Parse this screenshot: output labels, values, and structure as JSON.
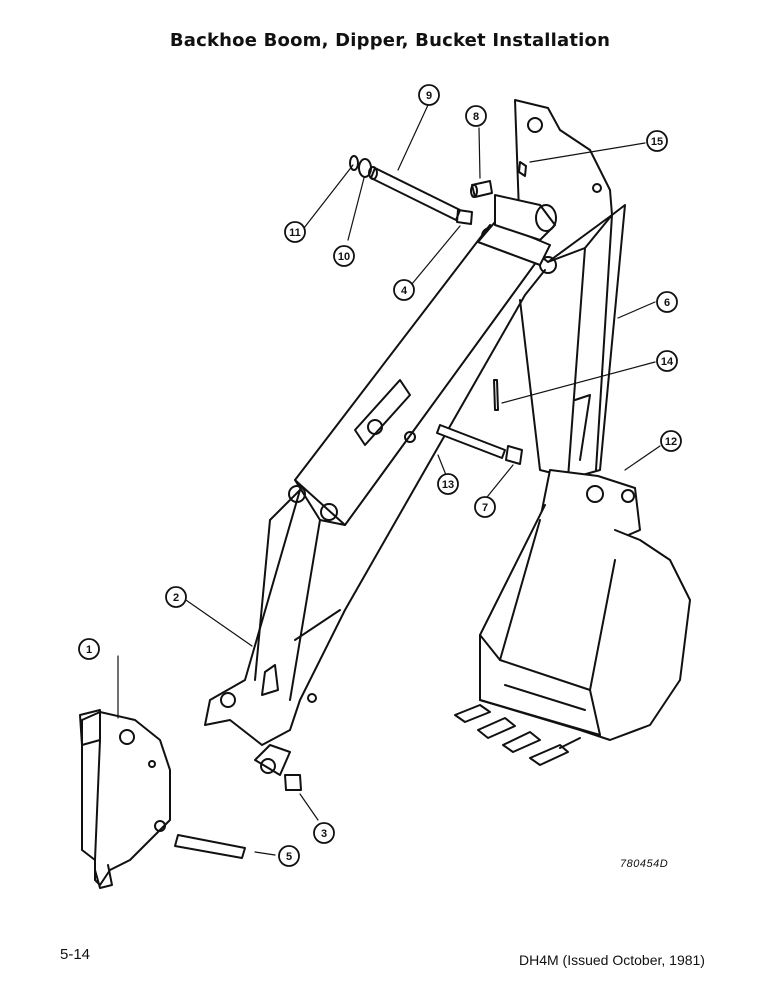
{
  "page": {
    "title": "Backhoe Boom, Dipper, Bucket Installation",
    "page_number": "5-14",
    "manual_reference": "DH4M (Issued October, 1981)",
    "drawing_number": "780454D"
  },
  "callouts": [
    {
      "id": "c1",
      "label": "1"
    },
    {
      "id": "c2",
      "label": "2"
    },
    {
      "id": "c3",
      "label": "3"
    },
    {
      "id": "c4",
      "label": "4"
    },
    {
      "id": "c5",
      "label": "5"
    },
    {
      "id": "c6",
      "label": "6"
    },
    {
      "id": "c7",
      "label": "7"
    },
    {
      "id": "c8",
      "label": "8"
    },
    {
      "id": "c9",
      "label": "9"
    },
    {
      "id": "c10",
      "label": "10"
    },
    {
      "id": "c11",
      "label": "11"
    },
    {
      "id": "c12",
      "label": "12"
    },
    {
      "id": "c13",
      "label": "13"
    },
    {
      "id": "c14",
      "label": "14"
    },
    {
      "id": "c15",
      "label": "15"
    }
  ]
}
